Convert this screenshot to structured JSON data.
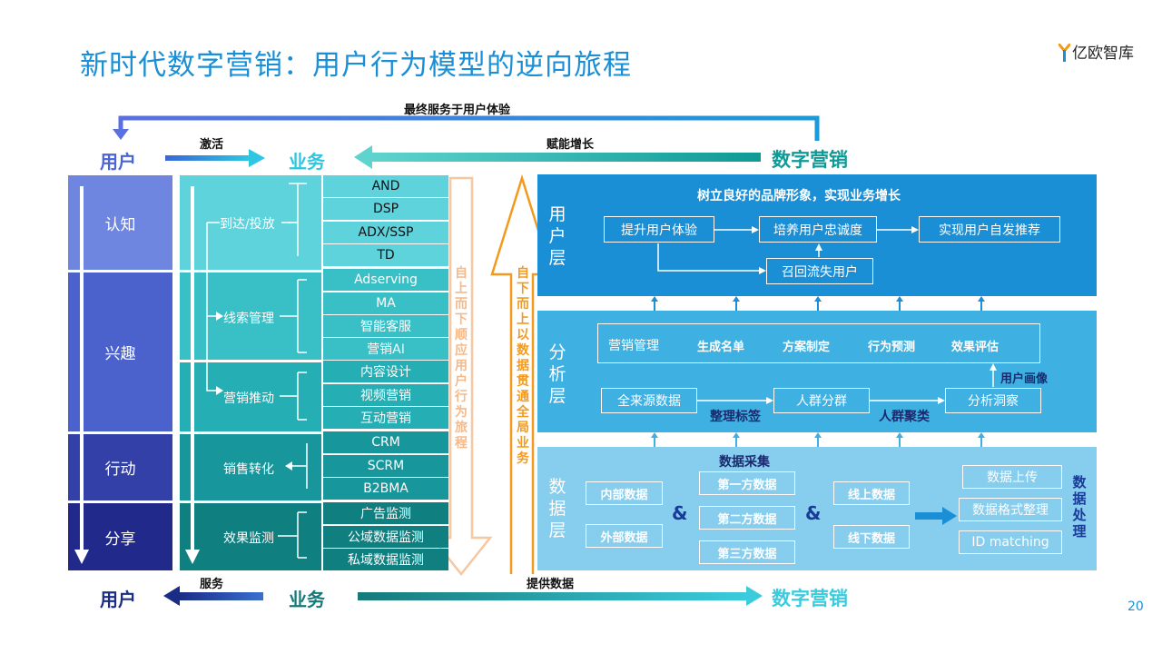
{
  "title": "新时代数字营销：用户行为模型的逆向旅程",
  "logo": "亿欧智库",
  "page_number": "20",
  "top": {
    "final_service": "最终服务于用户体验",
    "activate": "激活",
    "empower": "赋能增长",
    "user": "用户",
    "business": "业务",
    "digital_marketing": "数字营销"
  },
  "bottom": {
    "serve": "服务",
    "provide_data": "提供数据",
    "user": "用户",
    "business": "业务",
    "digital_marketing": "数字营销"
  },
  "stages": [
    "认知",
    "兴趣",
    "行动",
    "分享"
  ],
  "business_steps": [
    "到达/投放",
    "线索管理",
    "营销推动",
    "销售转化",
    "效果监测"
  ],
  "tools": [
    "AND",
    "DSP",
    "ADX/SSP",
    "TD",
    "Adserving",
    "MA",
    "智能客服",
    "营销AI",
    "内容设计",
    "视频营销",
    "互动营销",
    "CRM",
    "SCRM",
    "B2BMA",
    "广告监测",
    "公域数据监测",
    "私域数据监测"
  ],
  "top_down_text": "自上而下顺应用户行为旅程",
  "bottom_up_text": "自下而上以数据贯通全局业务",
  "user_layer": {
    "name": "用户层",
    "headline": "树立良好的品牌形象，实现业务增长",
    "boxes": [
      "提升用户体验",
      "培养用户忠诚度",
      "实现用户自发推荐",
      "召回流失用户"
    ]
  },
  "analysis_layer": {
    "name": "分析层",
    "top_items": [
      "营销管理",
      "生成名单",
      "方案制定",
      "行为预测",
      "效果评估"
    ],
    "flow": [
      "全来源数据",
      "人群分群",
      "分析洞察"
    ],
    "labels": [
      "整理标签",
      "人群聚类",
      "用户画像"
    ]
  },
  "data_layer": {
    "name": "数据层",
    "collect_title": "数据采集",
    "process_title": "数据处理",
    "left": [
      "内部数据",
      "外部数据"
    ],
    "middle": [
      "第一方数据",
      "第二方数据",
      "第三方数据"
    ],
    "right": [
      "线上数据",
      "线下数据"
    ],
    "process": [
      "数据上传",
      "数据格式整理",
      "ID matching"
    ],
    "amp": "&"
  },
  "colors": {
    "title": "#1a8fd6",
    "user_layer": "#1a8fd6",
    "analysis_layer": "#3fb0e2",
    "data_layer": "#86cdee",
    "orange": "#f39a1e",
    "peach": "#f6c7a0"
  }
}
